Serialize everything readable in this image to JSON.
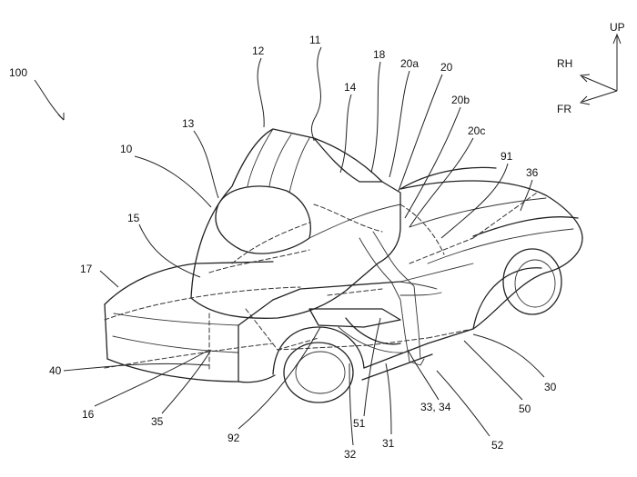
{
  "axes": {
    "up": "UP",
    "rh": "RH",
    "fr": "FR"
  },
  "labels": {
    "l100": "100",
    "l11": "11",
    "l12": "12",
    "l13": "13",
    "l10": "10",
    "l14": "14",
    "l18": "18",
    "l20a": "20a",
    "l20": "20",
    "l20b": "20b",
    "l20c": "20c",
    "l91": "91",
    "l36": "36",
    "l15": "15",
    "l17": "17",
    "l40": "40",
    "l16": "16",
    "l35": "35",
    "l92": "92",
    "l51": "51",
    "l32": "32",
    "l31": "31",
    "l3334": "33, 34",
    "l52": "52",
    "l50": "50",
    "l30": "30"
  }
}
